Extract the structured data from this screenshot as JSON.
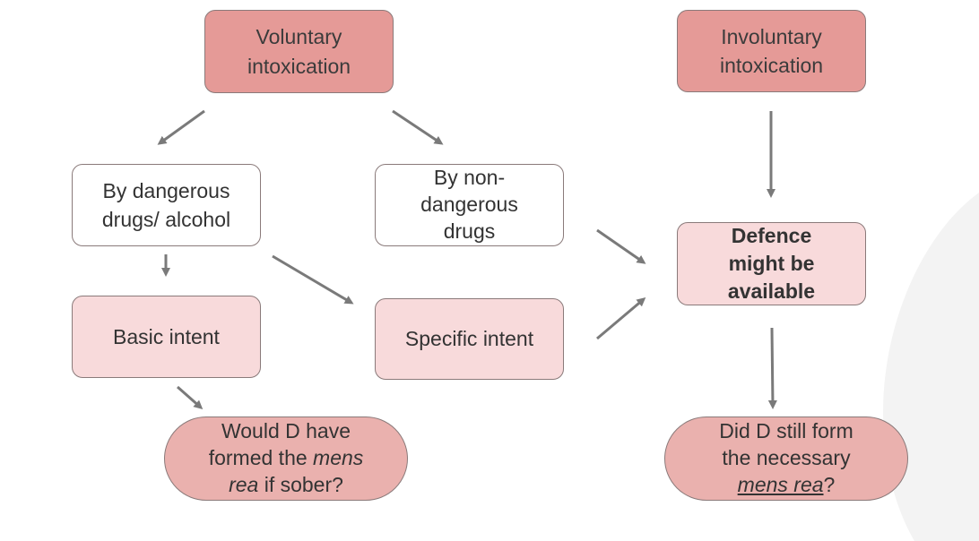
{
  "nodes": {
    "voluntary": {
      "line1": "Voluntary",
      "line2": "intoxication"
    },
    "involuntary": {
      "line1": "Involuntary",
      "line2": "intoxication"
    },
    "dangerous": {
      "line1": "By dangerous",
      "line2": "drugs/ alcohol"
    },
    "non_dangerous": {
      "line1": "By non-",
      "line2": "dangerous",
      "line3": "drugs"
    },
    "defence": {
      "line1": "Defence",
      "line2": "might be",
      "line3": "available"
    },
    "basic": {
      "label": "Basic intent"
    },
    "specific": {
      "label": "Specific intent"
    },
    "sober_question": {
      "line1": "Would D have",
      "line2_a": "formed the ",
      "line2_b": "mens",
      "line3_a": "rea",
      "line3_b": " if sober?"
    },
    "still_question": {
      "line1": "Did D still form",
      "line2": "the necessary",
      "line3_a": "mens rea",
      "line3_b": "?"
    }
  },
  "colors": {
    "top_box": "#e59a97",
    "light_box": "#f8dadb",
    "oval_box": "#eab1ae",
    "arrow": "#7a7a7a"
  }
}
